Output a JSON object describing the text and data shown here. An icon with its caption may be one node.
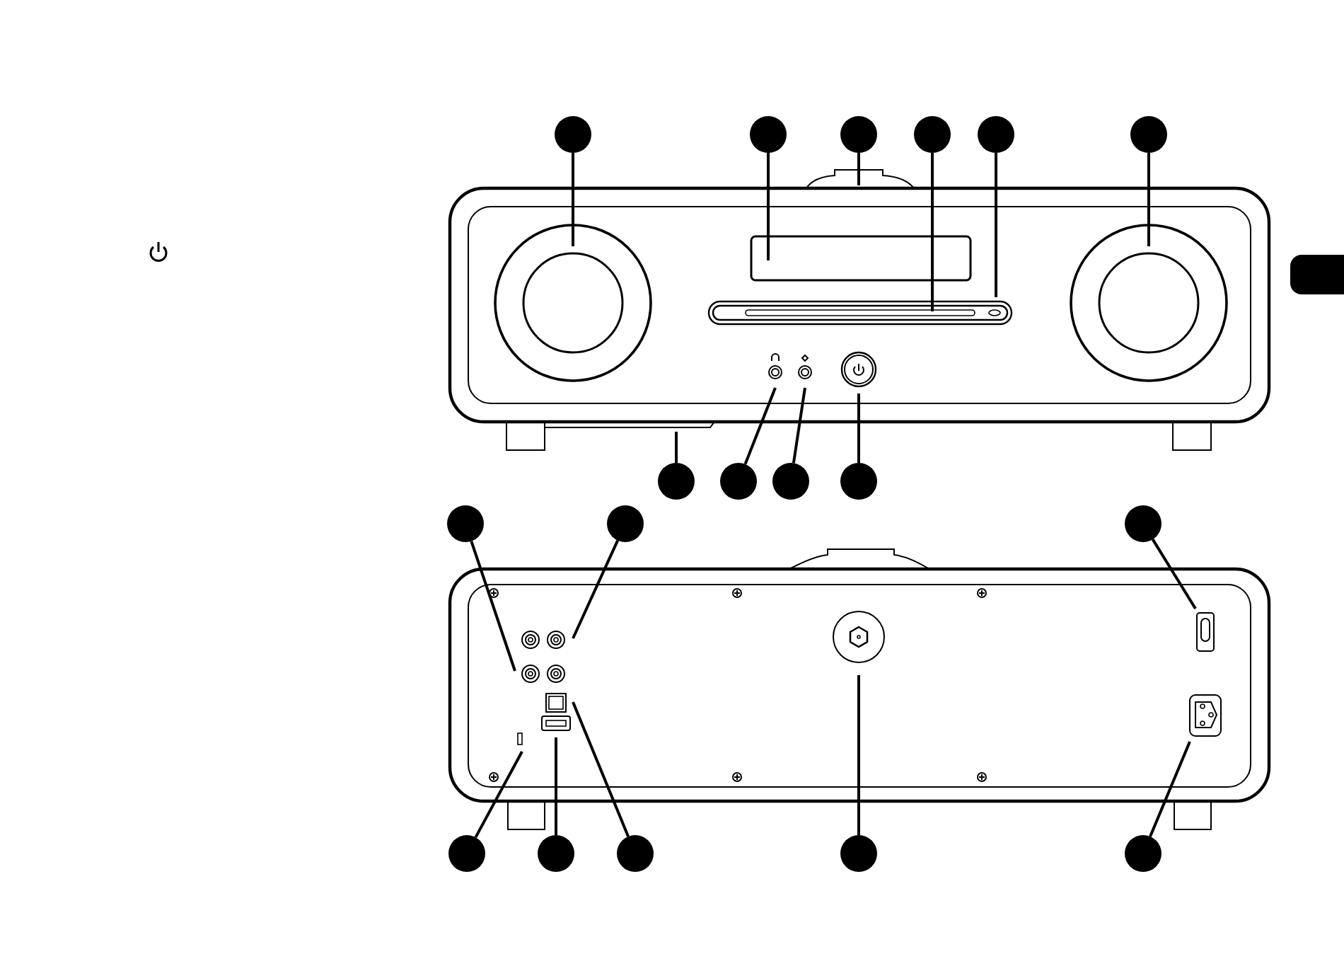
{
  "diagram": {
    "nodes": [
      {
        "text": [],
        "shape": "circle"
      },
      {
        "text": [],
        "shape": "circle"
      },
      {
        "text": [],
        "shape": "circle"
      },
      {
        "text": [],
        "shape": "circle"
      },
      {
        "text": [],
        "shape": "circle"
      },
      {
        "text": [],
        "shape": "circle"
      },
      {
        "text": [],
        "shape": "circle"
      },
      {
        "text": [],
        "shape": "circle"
      },
      {
        "text": [],
        "shape": "circle"
      },
      {
        "text": [],
        "shape": "circle"
      },
      {
        "text": [],
        "shape": "circle"
      },
      {
        "text": [],
        "shape": "circle"
      },
      {
        "text": [],
        "shape": "circle"
      },
      {
        "text": [],
        "shape": "circle"
      },
      {
        "text": [],
        "shape": "circle"
      },
      {
        "text": [],
        "shape": "circle"
      },
      {
        "text": [],
        "shape": "circle"
      },
      {
        "text": [],
        "shape": "circle"
      }
    ],
    "edges": [
      {
        "from": 0,
        "to": null,
        "arrow": "none"
      },
      {
        "from": 1,
        "to": null,
        "arrow": "none"
      },
      {
        "from": 2,
        "to": null,
        "arrow": "none"
      },
      {
        "from": 3,
        "to": null,
        "arrow": "none"
      },
      {
        "from": 4,
        "to": null,
        "arrow": "none"
      },
      {
        "from": 5,
        "to": null,
        "arrow": "none"
      },
      {
        "from": 6,
        "to": null,
        "arrow": "none"
      },
      {
        "from": 7,
        "to": null,
        "arrow": "none"
      },
      {
        "from": 8,
        "to": null,
        "arrow": "none"
      },
      {
        "from": 9,
        "to": null,
        "arrow": "none"
      },
      {
        "from": 10,
        "to": null,
        "arrow": "none"
      },
      {
        "from": 11,
        "to": null,
        "arrow": "none"
      },
      {
        "from": 12,
        "to": null,
        "arrow": "none"
      },
      {
        "from": 13,
        "to": null,
        "arrow": "none"
      },
      {
        "from": 14,
        "to": null,
        "arrow": "none"
      },
      {
        "from": 15,
        "to": null,
        "arrow": "none"
      },
      {
        "from": 16,
        "to": null,
        "arrow": "none"
      },
      {
        "from": 17,
        "to": null,
        "arrow": "none"
      }
    ]
  }
}
